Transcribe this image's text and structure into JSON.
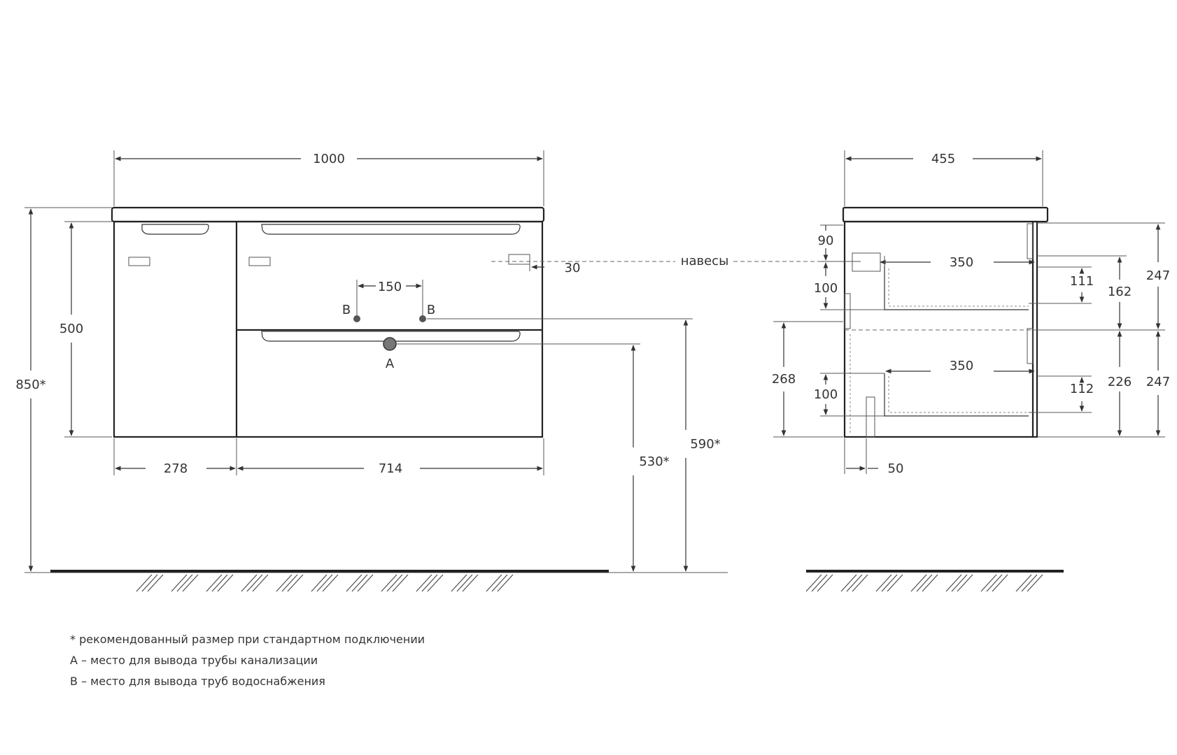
{
  "front_view": {
    "width_total": "1000",
    "height_total": "850*",
    "height_body": "500",
    "width_left": "278",
    "width_right": "714",
    "hinges_offset": "30",
    "pipes_spacing": "150",
    "label_b_left": "B",
    "label_b_right": "B",
    "label_a": "A",
    "height_a": "530*",
    "height_b": "590*"
  },
  "hinges_label": "навесы",
  "side_view": {
    "depth_total": "455",
    "hinge_top": "90",
    "hinge_gap_top": "100",
    "drawer_depth_top": "350",
    "drawer_inner_top": "111",
    "drawer_height_top": "162",
    "front_height_top": "247",
    "lower_height": "268",
    "hinge_gap_bottom": "100",
    "drawer_depth_bottom": "350",
    "drawer_inner_bottom": "112",
    "drawer_height_bottom": "226",
    "front_height_bottom": "247",
    "back_offset": "50"
  },
  "notes": [
    "* рекомендованный размер при стандартном подключении",
    "А – место для вывода трубы канализации",
    "В – место для вывода труб водоснабжения"
  ]
}
